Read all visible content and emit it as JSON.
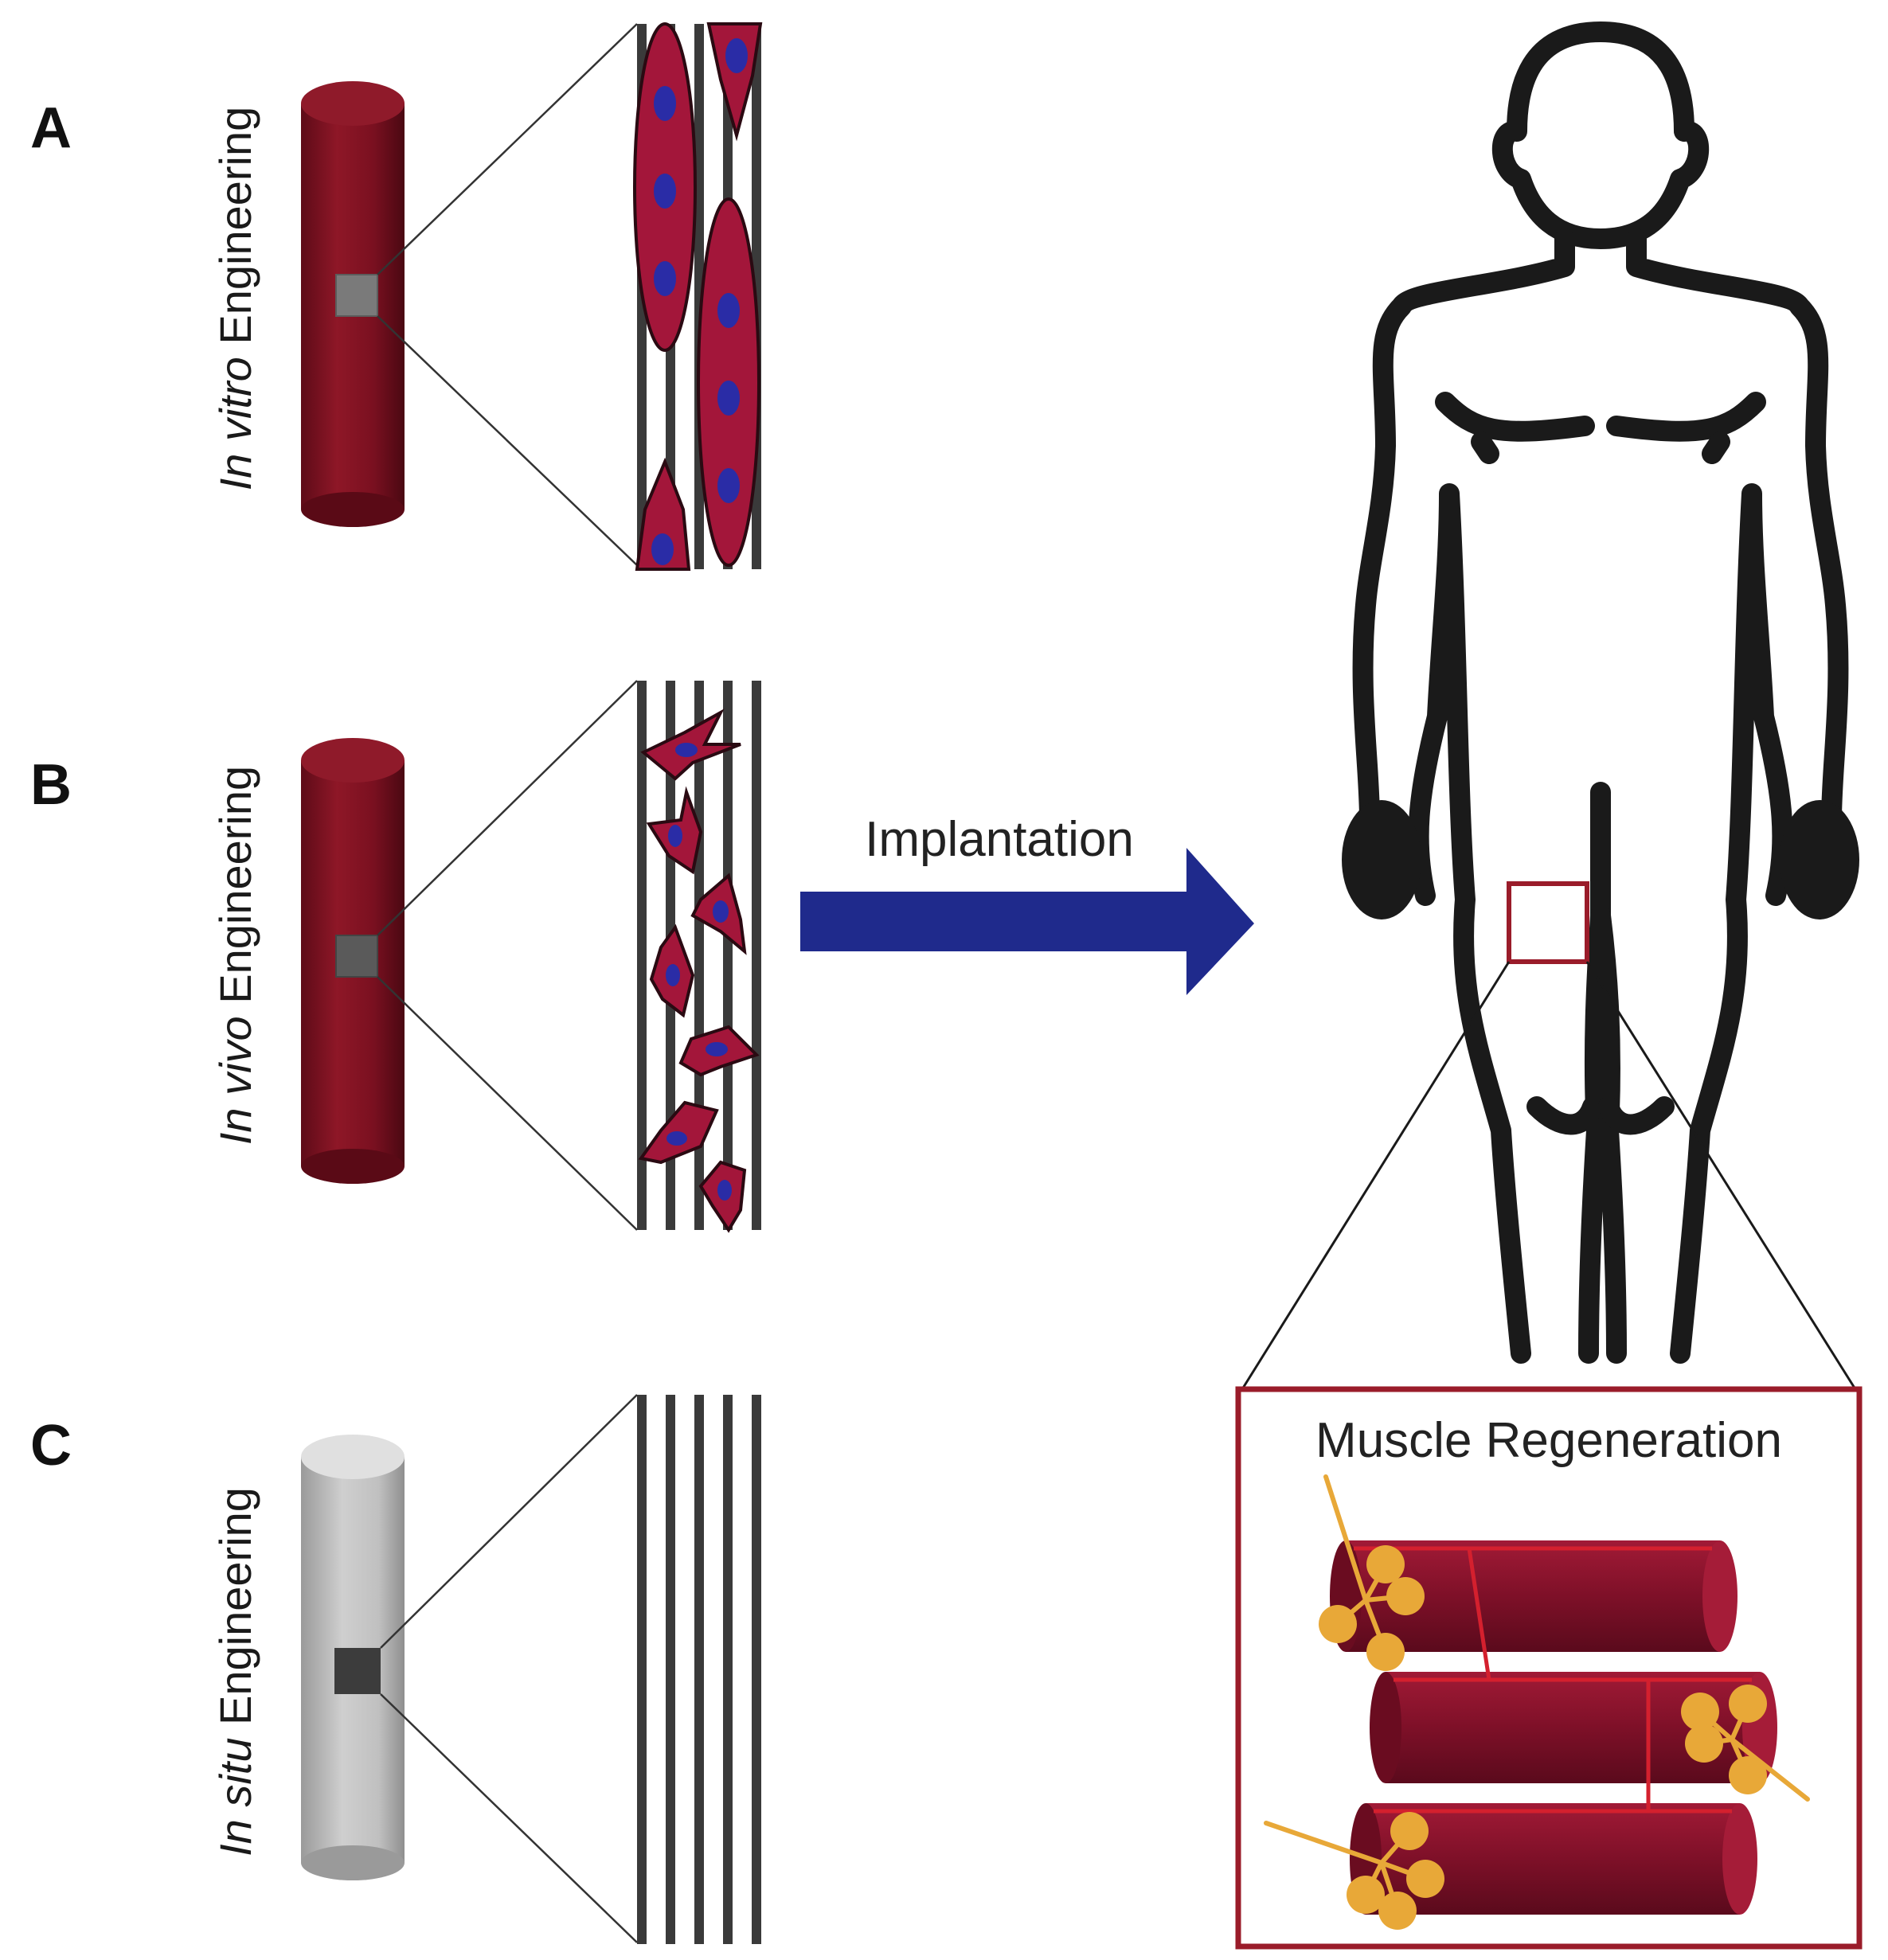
{
  "panels": [
    {
      "letter": "A",
      "label_italic": "In vitro",
      "label_rest": " Engineering"
    },
    {
      "letter": "B",
      "label_italic": "In vivo",
      "label_rest": " Engineering"
    },
    {
      "letter": "C",
      "label_italic": "In situ",
      "label_rest": " Engineering"
    }
  ],
  "arrow_label": "Implantation",
  "inset_title": "Muscle Regeneration",
  "colors": {
    "muscle": "#7a1020",
    "cell": "#a3163a",
    "nucleus": "#2a2ca6",
    "arrow": "#1f2a8c",
    "nerve": "#e8a838",
    "frame": "#9a1c2a",
    "scaffold": "#bdbdbd"
  }
}
